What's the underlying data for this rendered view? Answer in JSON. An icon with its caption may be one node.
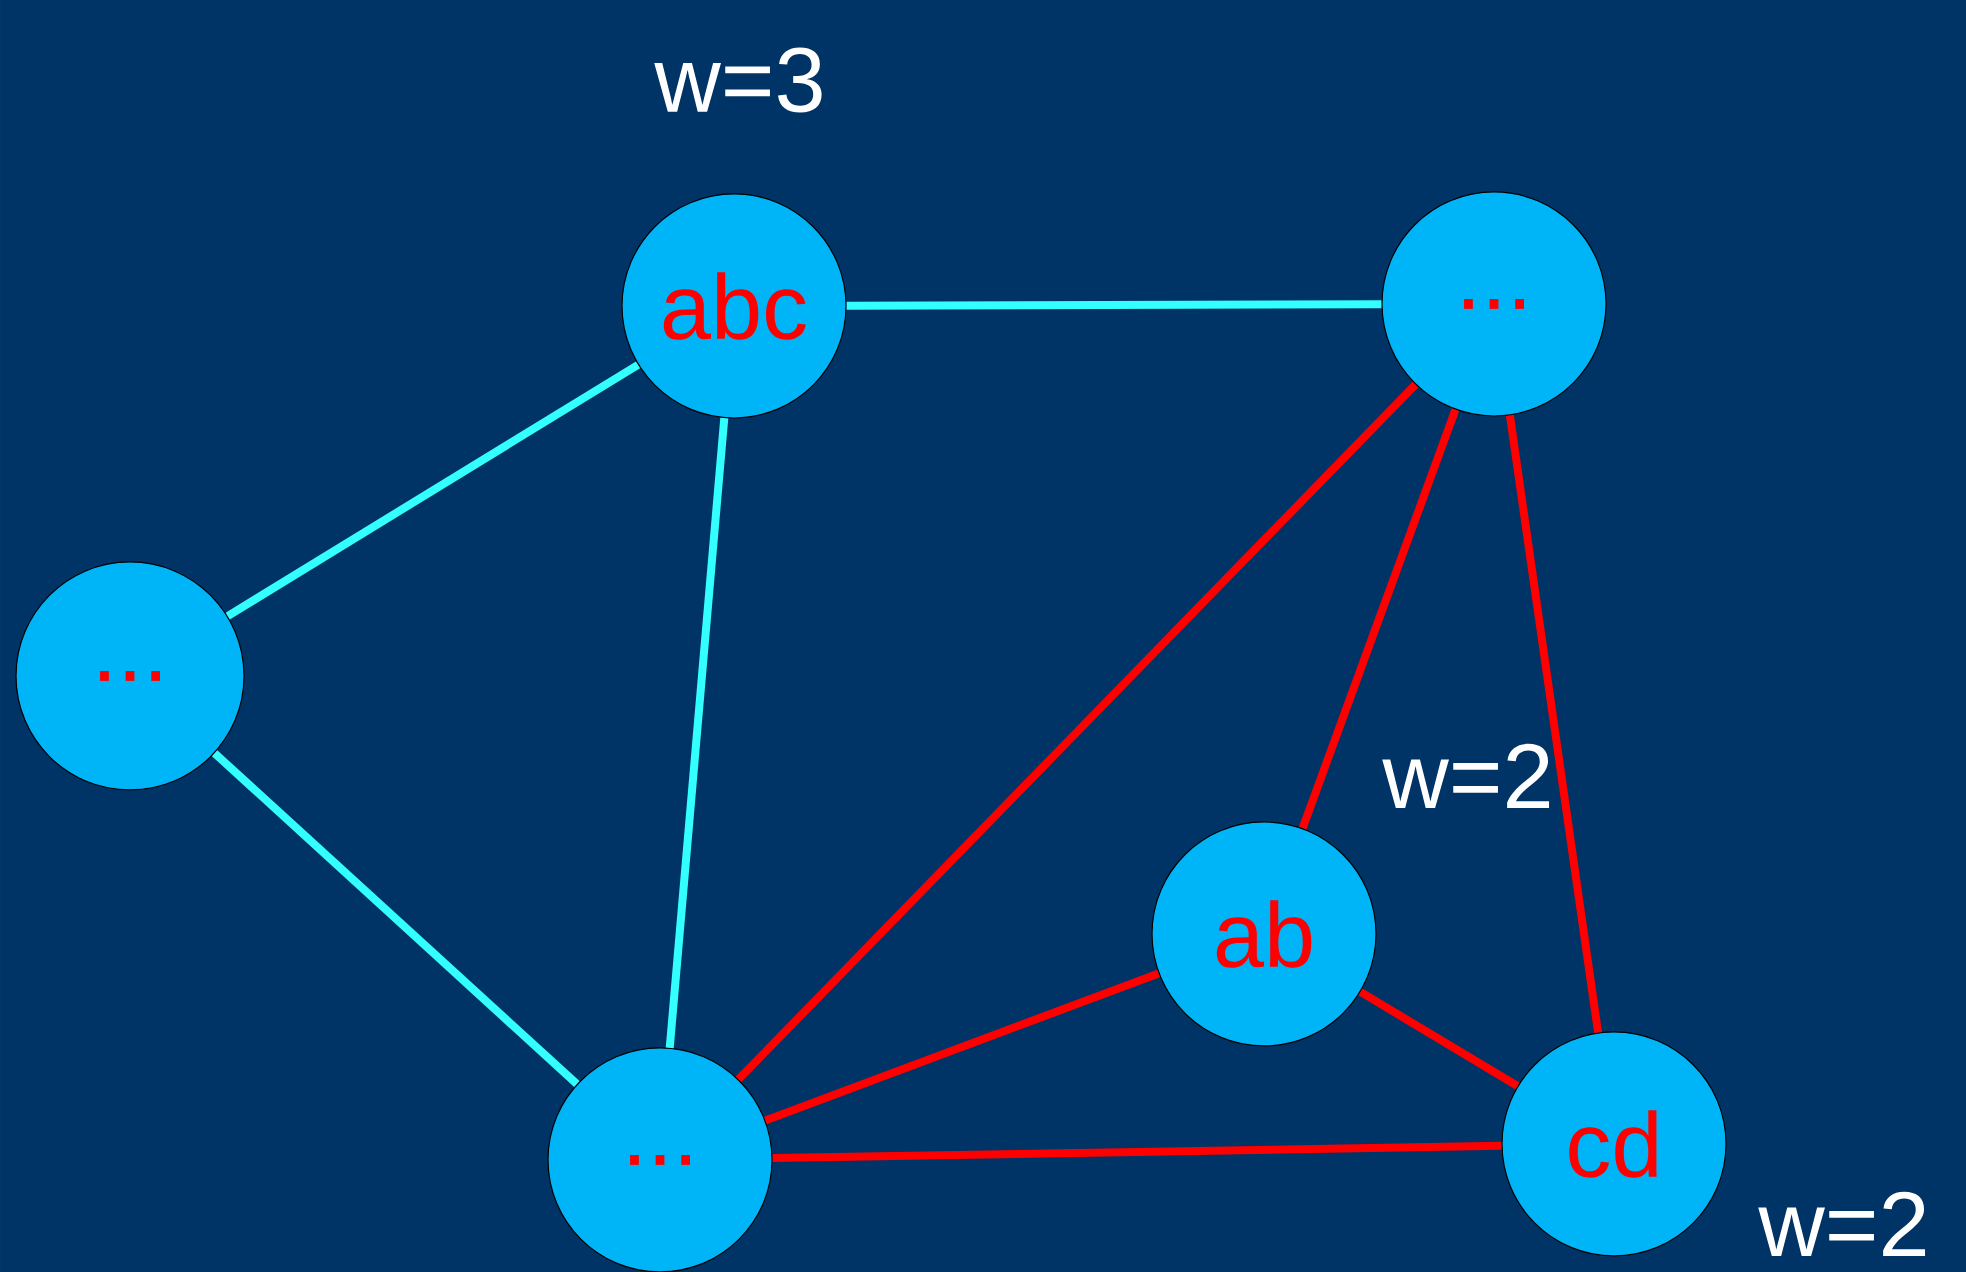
{
  "diagram": {
    "nodes": [
      {
        "text": [
          "abc"
        ],
        "beside": [
          "w=3"
        ]
      },
      {
        "text": [
          "..."
        ]
      },
      {
        "text": [
          "..."
        ]
      },
      {
        "text": [
          "ab"
        ],
        "beside": [
          "w=2"
        ]
      },
      {
        "text": [
          "..."
        ]
      },
      {
        "text": [
          "cd"
        ],
        "beside": [
          "w=2"
        ]
      }
    ],
    "edges": [
      {
        "from": 0,
        "to": 1,
        "arrow": "none",
        "color": "#33ffff"
      },
      {
        "from": 2,
        "to": 0,
        "arrow": "none",
        "color": "#33ffff"
      },
      {
        "from": 0,
        "to": 4,
        "arrow": "none",
        "color": "#33ffff"
      },
      {
        "from": 2,
        "to": 4,
        "arrow": "none",
        "color": "#33ffff"
      },
      {
        "from": 1,
        "to": 4,
        "arrow": "none"
      },
      {
        "from": 1,
        "to": 3,
        "arrow": "none"
      },
      {
        "from": 1,
        "to": 5,
        "arrow": "none"
      },
      {
        "from": 3,
        "to": 4,
        "arrow": "none"
      },
      {
        "from": 3,
        "to": 5,
        "arrow": "none"
      },
      {
        "from": 4,
        "to": 5,
        "arrow": "none"
      }
    ]
  }
}
